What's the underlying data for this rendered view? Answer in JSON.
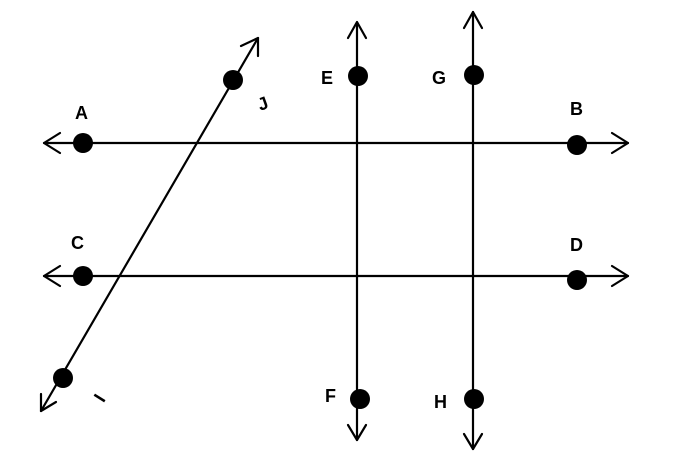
{
  "points": {
    "A": "A",
    "B": "B",
    "C": "C",
    "D": "D",
    "E": "E",
    "F": "F",
    "G": "G",
    "H": "H",
    "I": "I",
    "J": "J"
  },
  "colors": {
    "ink": "#000000",
    "background": "#ffffff"
  }
}
